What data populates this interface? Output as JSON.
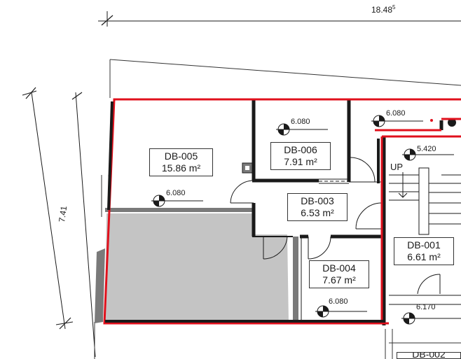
{
  "dimensions": {
    "overall_width": "18.48",
    "overall_width_sup": "5",
    "height": "7.41"
  },
  "rooms": [
    {
      "id": "DB-005",
      "area": "15.86 m²"
    },
    {
      "id": "DB-006",
      "area": "7.91 m²"
    },
    {
      "id": "DB-003",
      "area": "6.53 m²"
    },
    {
      "id": "DB-004",
      "area": "7.67 m²"
    },
    {
      "id": "DB-001",
      "area": "6.61 m²"
    },
    {
      "id": "DB-002"
    }
  ],
  "levels": [
    "6.080",
    "6.080",
    "6.080",
    "5.420",
    "6.080",
    "6.170"
  ],
  "stair_label": "UP",
  "colors": {
    "highlight": "#e0101c",
    "wall": "#1a1a1a",
    "shaded": "#c4c4c4",
    "wall_side": "#7a7a7a"
  }
}
